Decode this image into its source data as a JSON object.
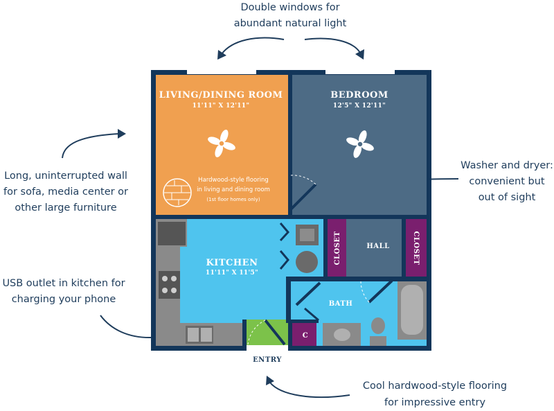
{
  "annotations": {
    "windows_line1": "Double windows for",
    "windows_line2": "abundant natural light",
    "wall_line1": "Long, uninterrupted wall",
    "wall_line2": "for sofa, media center or",
    "wall_line3": "other large furniture",
    "washer_line1": "Washer and dryer:",
    "washer_line2": "convenient but",
    "washer_line3": "out of sight",
    "usb_line1": "USB outlet in kitchen for",
    "usb_line2": "charging your phone",
    "entry_line1": "Cool hardwood-style flooring",
    "entry_line2": "for impressive entry"
  },
  "rooms": {
    "living_title": "LIVING/DINING ROOM",
    "living_dims": "11'11\" X 12'11\"",
    "bedroom_title": "BEDROOM",
    "bedroom_dims": "12'5\" X 12'11\"",
    "kitchen_title": "KITCHEN",
    "kitchen_dims": "11'11\" X 11'5\"",
    "hall": "HALL",
    "bath": "BATH",
    "closet_left": "CLOSET",
    "closet_right": "CLOSET",
    "c_closet": "C",
    "entry": "ENTRY",
    "flooring_line1": "Hardwood-style flooring",
    "flooring_line2": "in living and dining room",
    "flooring_line3": "(1st floor homes only)"
  },
  "colors": {
    "living": "#f0a050",
    "bedroom": "#4d6b85",
    "kitchen": "#4fc4ee",
    "closet": "#7a1f6e",
    "entry_floor": "#7cc24a",
    "wall": "#13365a",
    "counter": "#8a8a8a"
  }
}
